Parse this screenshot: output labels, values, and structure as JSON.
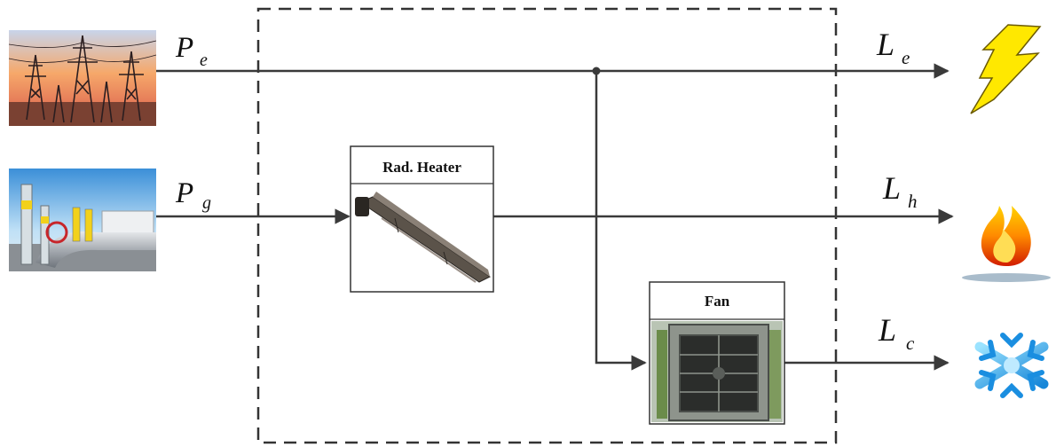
{
  "inputs": [
    {
      "symbol": "P",
      "subscript": "e",
      "icon": "power-tower-icon"
    },
    {
      "symbol": "P",
      "subscript": "g",
      "icon": "gas-pipeline-icon"
    }
  ],
  "outputs": [
    {
      "symbol": "L",
      "subscript": "e",
      "icon": "lightning-icon"
    },
    {
      "symbol": "L",
      "subscript": "h",
      "icon": "flame-icon"
    },
    {
      "symbol": "L",
      "subscript": "c",
      "icon": "snowflake-icon"
    }
  ],
  "devices": {
    "heater": {
      "title": "Rad. Heater",
      "icon": "radiant-heater-icon"
    },
    "fan": {
      "title": "Fan",
      "icon": "fan-icon"
    }
  },
  "colors": {
    "line": "#3a3a3a",
    "dashed_border": "#333333",
    "lightning": "#ffe800",
    "flame": "#ff7a00",
    "snow": "#2aa7ee"
  }
}
